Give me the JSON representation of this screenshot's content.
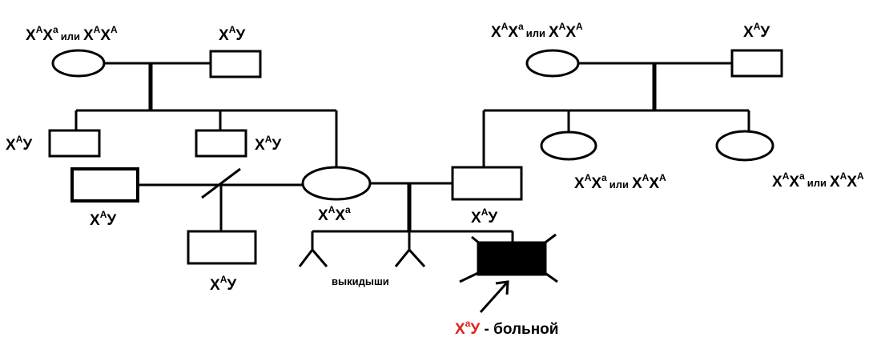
{
  "labels": {
    "x_sym": "X",
    "y_sym": "У",
    "dominant": "A",
    "recessive": "a",
    "ili": "или",
    "left_grandmother": {
      "g1": "X",
      "s1": "A",
      "g2": "X",
      "s2": "a",
      "ili": "или",
      "g3": "X",
      "s3": "A",
      "g4": "X",
      "s4": "A"
    },
    "left_grandfather": {
      "g1": "X",
      "s1": "A",
      "g2": "У"
    },
    "left_uncle_1": {
      "g1": "X",
      "s1": "A",
      "g2": "У"
    },
    "left_uncle_2": {
      "g1": "X",
      "s1": "A",
      "g2": "У"
    },
    "mother_first_husband": {
      "g1": "X",
      "s1": "A",
      "g2": "У"
    },
    "half_brother": {
      "g1": "X",
      "s1": "A",
      "g2": "У"
    },
    "mother": {
      "g1": "X",
      "s1": "A",
      "g2": "X",
      "s2": "a"
    },
    "father": {
      "g1": "X",
      "s1": "A",
      "g2": "У"
    },
    "right_grandmother": {
      "g1": "X",
      "s1": "A",
      "g2": "X",
      "s2": "a",
      "ili": "или",
      "g3": "X",
      "s3": "A",
      "g4": "X",
      "s4": "A"
    },
    "right_grandfather": {
      "g1": "X",
      "s1": "A",
      "g2": "У"
    },
    "right_aunt_1": {
      "g1": "X",
      "s1": "A",
      "g2": "X",
      "s2": "a",
      "ili": "или",
      "g3": "X",
      "s3": "A",
      "g4": "X",
      "s4": "A"
    },
    "right_aunt_2": {
      "g1": "X",
      "s1": "A",
      "g2": "X",
      "s2": "a",
      "ili": "или",
      "g3": "X",
      "s3": "A",
      "g4": "X",
      "s4": "A"
    },
    "miscarriages": "выкидыши",
    "affected": {
      "g1": "X",
      "s1": "a",
      "g2": "У",
      "tail": " - больной"
    }
  },
  "colors": {
    "line": "#000000",
    "affected_fill": "#000000",
    "affected_label": "#e0201b"
  }
}
